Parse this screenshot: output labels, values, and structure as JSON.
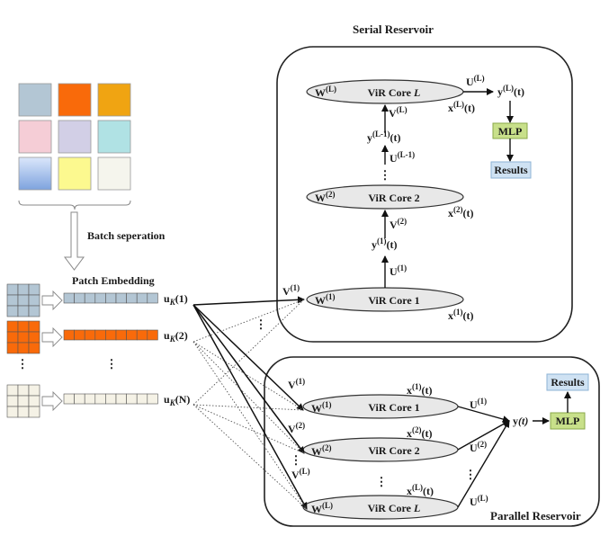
{
  "title_serial": "Serial Reservoir",
  "title_parallel": "Parallel Reservoir",
  "batch_label": "Batch seperation",
  "patch_label": "Patch Embedding",
  "image_grid_colors": [
    "#b3c6d4",
    "#f96a0a",
    "#f0a412",
    "#f5cdd6",
    "#d2cfe6",
    "#b0e2e4",
    "#a9c4ee",
    "#fcf98f",
    "#f5f5ed"
  ],
  "patches": [
    {
      "color": "#b3c6d4",
      "label": "u",
      "sub": "K",
      "arg": "(1)"
    },
    {
      "color": "#f96a0a",
      "label": "u",
      "sub": "K",
      "arg": "(2)"
    },
    {
      "color": "#f5f2e6",
      "label": "u",
      "sub": "K",
      "arg": "(N)"
    }
  ],
  "vdots": "⋮",
  "serial": {
    "cores": [
      {
        "w": "W",
        "wsup": "(L)",
        "name": "ViR Core ",
        "idx": "L",
        "x": "x",
        "xsup": "(L)",
        "xarg": "(t)"
      },
      {
        "w": "W",
        "wsup": "(2)",
        "name": "ViR Core ",
        "idx": "2",
        "x": "x",
        "xsup": "(2)",
        "xarg": "(t)"
      },
      {
        "w": "W",
        "wsup": "(1)",
        "name": "ViR Core ",
        "idx": "1",
        "x": "x",
        "xsup": "(1)",
        "xarg": "(t)"
      }
    ],
    "v_labels": [
      {
        "b": "V",
        "s": "(L)"
      },
      {
        "b": "V",
        "s": "(2)"
      },
      {
        "b": "V",
        "s": "(1)"
      }
    ],
    "u_labels": [
      {
        "b": "U",
        "s": "(L)"
      },
      {
        "b": "U",
        "s": "(L-1)"
      },
      {
        "b": "U",
        "s": "(1)"
      }
    ],
    "y_labels": [
      {
        "b": "y",
        "s": "(L)",
        "a": "(t)"
      },
      {
        "b": "y",
        "s": "(L-1)",
        "a": "(t)"
      },
      {
        "b": "y",
        "s": "(1)",
        "a": "(t)"
      }
    ],
    "mlp": "MLP",
    "results": "Results"
  },
  "parallel": {
    "cores": [
      {
        "w": "W",
        "wsup": "(1)",
        "name": "ViR Core ",
        "idx": "1",
        "x": "x",
        "xsup": "(1)",
        "xarg": "(t)",
        "v": "V",
        "vsup": "(1)",
        "u": "U",
        "usup": "(1)"
      },
      {
        "w": "W",
        "wsup": "(2)",
        "name": "ViR Core ",
        "idx": "2",
        "x": "x",
        "xsup": "(2)",
        "xarg": "(t)",
        "v": "V",
        "vsup": "(2)",
        "u": "U",
        "usup": "(2)"
      },
      {
        "w": "W",
        "wsup": "(L)",
        "name": "ViR Core ",
        "idx": "L",
        "x": "x",
        "xsup": "(L)",
        "xarg": "(t)",
        "v": "V",
        "vsup": "(L)",
        "u": "U",
        "usup": "(L)"
      }
    ],
    "y": {
      "b": "y",
      "a": "(t)"
    },
    "mlp": "MLP",
    "results": "Results"
  },
  "colors": {
    "ellipse_fill": "#e8e8e8",
    "mlp_fill": "#c8e08a",
    "mlp_stroke": "#8aa84a",
    "results_fill": "#cfe2f3",
    "results_stroke": "#8eb3d6"
  }
}
